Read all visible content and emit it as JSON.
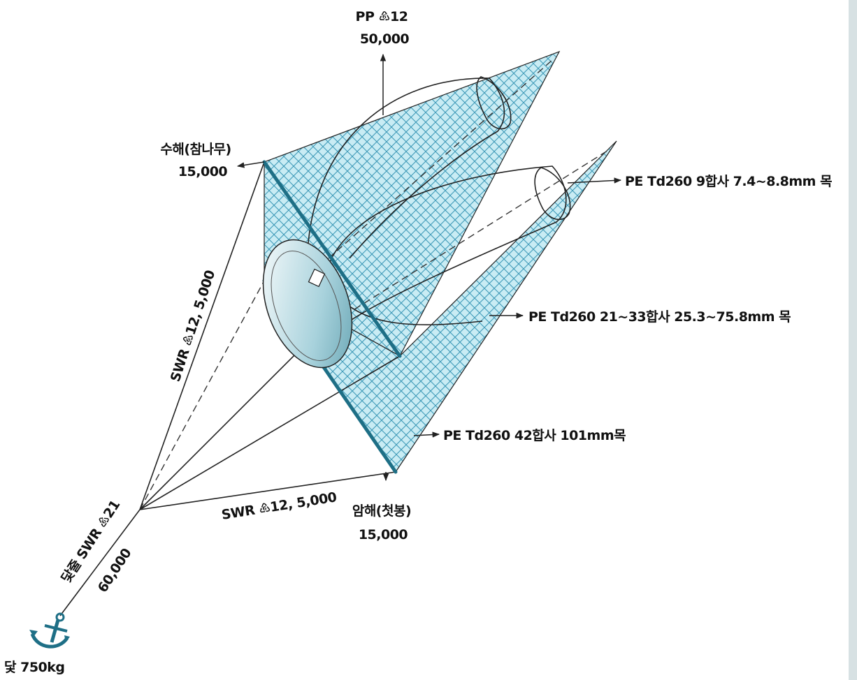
{
  "labels": {
    "pp_line": "PP ♸12",
    "pp_value": "50,000",
    "upper_float": "수해(참나무)",
    "upper_float_value": "15,000",
    "net_front": "PE Td260 9합사 7.4~8.8mm 목",
    "net_middle": "PE Td260 21~33합사 25.3~75.8mm 목",
    "net_rear": "PE Td260 42합사 101mm목",
    "lower_sinker": "암해(첫봉)",
    "lower_sinker_value": "15,000",
    "swr_upper": "SWR ♸12, 5,000",
    "swr_lower": "SWR ♸12, 5,000",
    "anchor_line": "닻줄 SWR ♸21",
    "anchor_line_value": "60,000",
    "anchor": "닻 750kg"
  },
  "colors": {
    "net_fill": "#c9ecf4",
    "net_mesh": "#3f9ab8",
    "frame": "#1e6f86",
    "lines": "#222222"
  },
  "icons": {
    "anchor": "anchor-icon"
  }
}
